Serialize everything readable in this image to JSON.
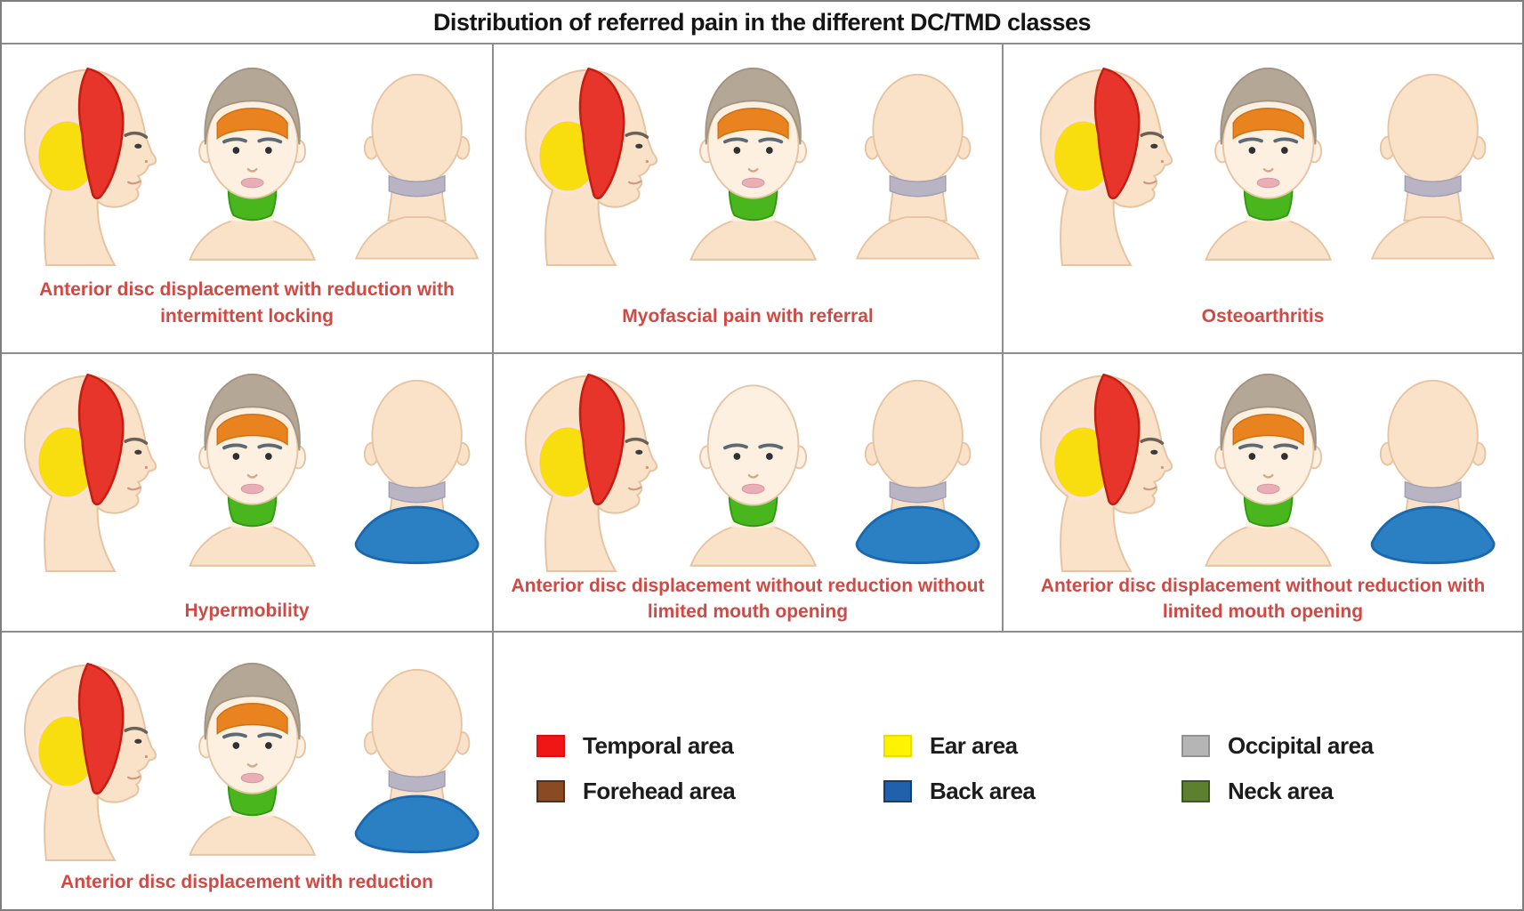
{
  "title": "Distribution of referred pain in the different DC/TMD classes",
  "grid": {
    "cells": [
      {
        "id": "adr-reduction-intermittent-locking",
        "row": 1,
        "col": 1,
        "label": "Anterior disc displacement with reduction with intermittent locking",
        "heads": [
          {
            "view": "profile",
            "areas": [
              "temporal",
              "ear"
            ]
          },
          {
            "view": "front",
            "hair": true,
            "areas": [
              "forehead",
              "neck"
            ]
          },
          {
            "view": "back",
            "areas": [
              "occipital"
            ]
          }
        ]
      },
      {
        "id": "myofascial-pain-with-referral",
        "row": 1,
        "col": 2,
        "label": "Myofascial pain with referral",
        "heads": [
          {
            "view": "profile",
            "areas": [
              "temporal",
              "ear"
            ]
          },
          {
            "view": "front",
            "hair": true,
            "areas": [
              "forehead",
              "neck"
            ]
          },
          {
            "view": "back",
            "areas": [
              "occipital"
            ]
          }
        ]
      },
      {
        "id": "osteoarthritis",
        "row": 1,
        "col": 3,
        "label": "Osteoarthritis",
        "heads": [
          {
            "view": "profile",
            "areas": [
              "temporal",
              "ear"
            ]
          },
          {
            "view": "front",
            "hair": true,
            "areas": [
              "forehead",
              "neck"
            ]
          },
          {
            "view": "back",
            "areas": [
              "occipital"
            ]
          }
        ]
      },
      {
        "id": "hypermobility",
        "row": 2,
        "col": 1,
        "label": "Hypermobility",
        "heads": [
          {
            "view": "profile",
            "areas": [
              "temporal",
              "ear"
            ]
          },
          {
            "view": "front",
            "hair": true,
            "areas": [
              "forehead",
              "neck"
            ]
          },
          {
            "view": "back",
            "areas": [
              "occipital",
              "back"
            ]
          }
        ]
      },
      {
        "id": "add-without-reduction-without-limited-mouth-opening",
        "row": 2,
        "col": 2,
        "label": "Anterior disc displacement without reduction without limited mouth opening",
        "heads": [
          {
            "view": "profile",
            "areas": [
              "temporal",
              "ear"
            ]
          },
          {
            "view": "front",
            "hair": false,
            "areas": [
              "neck"
            ]
          },
          {
            "view": "back",
            "areas": [
              "occipital",
              "back"
            ]
          }
        ]
      },
      {
        "id": "add-without-reduction-with-limited-mouth-opening",
        "row": 2,
        "col": 3,
        "label": "Anterior disc displacement without reduction with limited mouth opening",
        "heads": [
          {
            "view": "profile",
            "areas": [
              "temporal",
              "ear"
            ]
          },
          {
            "view": "front",
            "hair": true,
            "areas": [
              "forehead",
              "neck"
            ]
          },
          {
            "view": "back",
            "areas": [
              "occipital",
              "back"
            ]
          }
        ]
      },
      {
        "id": "add-with-reduction",
        "row": 3,
        "col": 1,
        "label": "Anterior disc displacement with reduction",
        "heads": [
          {
            "view": "profile",
            "areas": [
              "temporal",
              "ear"
            ]
          },
          {
            "view": "front",
            "hair": true,
            "areas": [
              "forehead",
              "neck"
            ]
          },
          {
            "view": "back",
            "areas": [
              "occipital",
              "back"
            ]
          }
        ]
      }
    ]
  },
  "legend": {
    "columns": [
      [
        {
          "id": "temporal",
          "label": "Temporal area",
          "fill": "#f01616",
          "border": "#d81010"
        },
        {
          "id": "forehead",
          "label": "Forehead area",
          "fill": "#8a4a24",
          "border": "#5a2c10"
        }
      ],
      [
        {
          "id": "ear",
          "label": "Ear area",
          "fill": "#fdf303",
          "border": "#e8dc00"
        },
        {
          "id": "back",
          "label": "Back area",
          "fill": "#2161ac",
          "border": "#123e78"
        }
      ],
      [
        {
          "id": "occipital",
          "label": "Occipital area",
          "fill": "#b5b5b5",
          "border": "#929292"
        },
        {
          "id": "neck",
          "label": "Neck area",
          "fill": "#5d8030",
          "border": "#3a5a1b"
        }
      ]
    ]
  },
  "colors": {
    "illustration": {
      "skin": "#f9e2c7",
      "skinStroke": "#e6c4a3",
      "skinFace": "#fdf0e1",
      "hair": "#b4a795",
      "hairStroke": "#a19482",
      "temporal": "#e8352b",
      "temporalStroke": "#c41d12",
      "ear": "#f8dd0f",
      "forehead": "#e8831f",
      "foreheadStroke": "#d06f10",
      "neck": "#4ab61d",
      "neckStroke": "#2f9a10",
      "back": "#2b80c4",
      "backStroke": "#1a69ae",
      "occipital": "#b9b4c4",
      "occipitalStroke": "#a39eb2"
    },
    "labelText": "#cf4a44",
    "titleText": "#151515",
    "gridBorder": "#8d8d8d"
  }
}
